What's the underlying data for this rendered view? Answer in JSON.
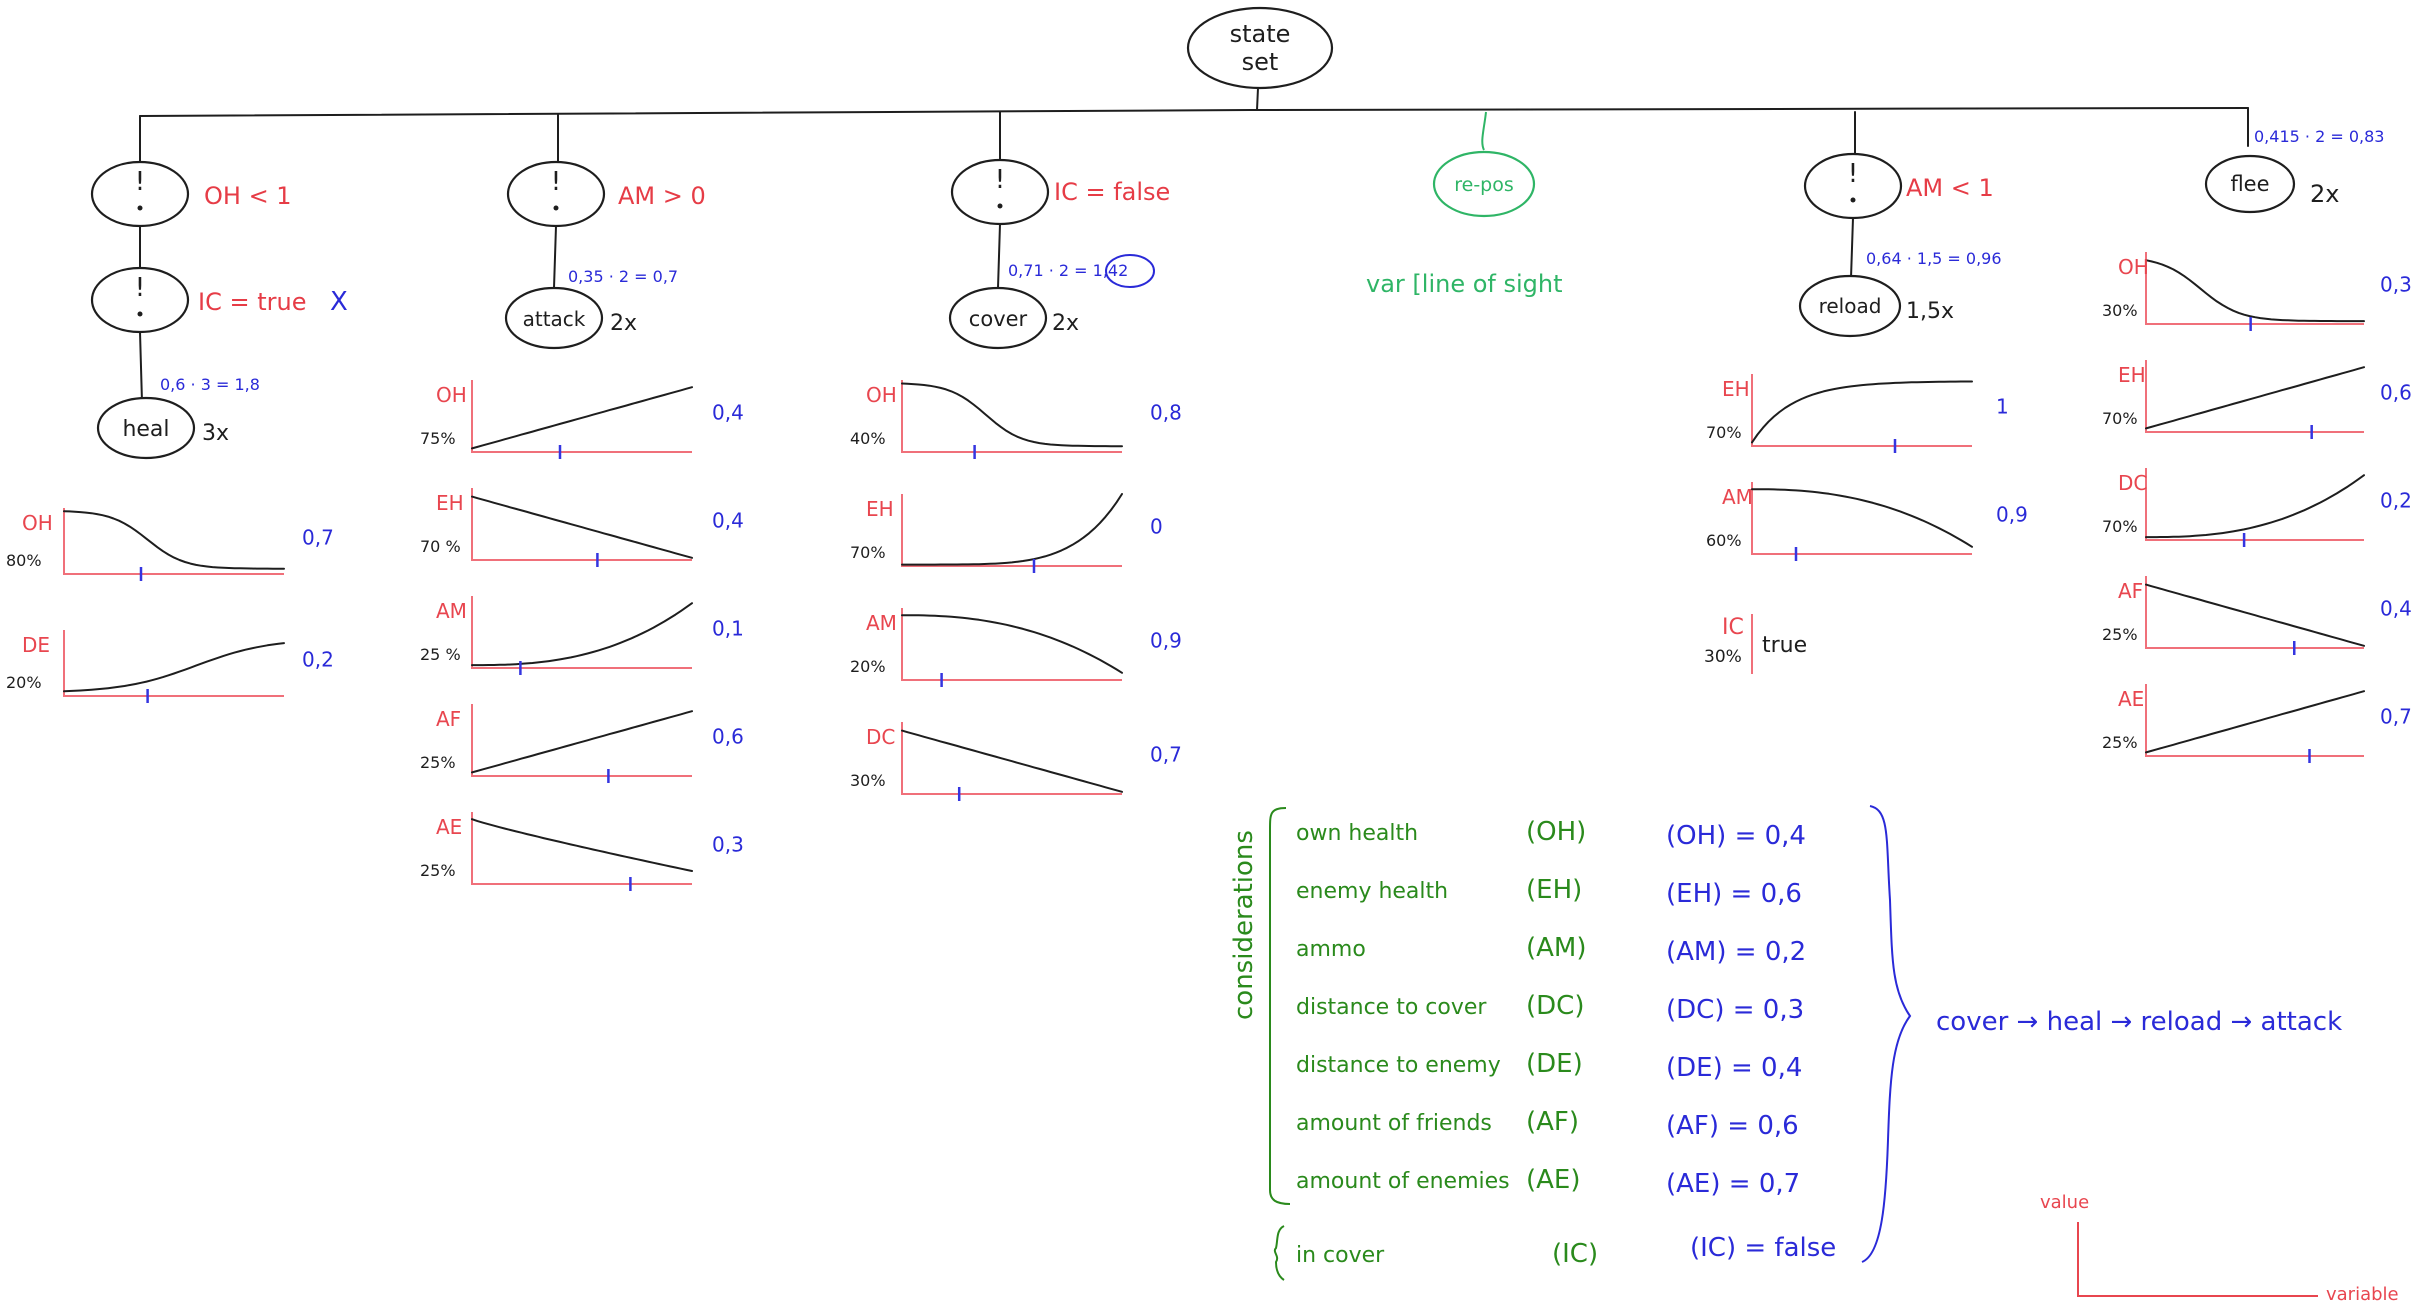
{
  "colors": {
    "ink": "#1e1e1e",
    "condition_red": "#e63c46",
    "score_blue": "#2a2ad8",
    "consideration_green": "#2a8a1c",
    "reposition_green": "#2fb566",
    "axis_pink": "#f0707a"
  },
  "root": {
    "line1": "state",
    "line2": "set"
  },
  "columns": [
    {
      "guard": {
        "symbol": "!",
        "condition": "OH < 1"
      },
      "guard2": {
        "symbol": "!",
        "condition": "IC = true",
        "mark": "X"
      },
      "action": {
        "label": "heal",
        "multiplier": "3x",
        "formula": "0,6 · 3 = 1,8"
      },
      "curves": [
        {
          "var": "OH",
          "input": "80%",
          "score": "0,7",
          "shape": "falling-s",
          "marker": 0.35
        },
        {
          "var": "DE",
          "input": "20%",
          "score": "0,2",
          "shape": "rising-s",
          "marker": 0.38
        }
      ]
    },
    {
      "guard": {
        "symbol": "!",
        "condition": "AM > 0"
      },
      "action": {
        "label": "attack",
        "multiplier": "2x",
        "formula": "0,35 · 2 = 0,7"
      },
      "curves": [
        {
          "var": "OH",
          "input": "75%",
          "score": "0,4",
          "shape": "linear-up",
          "marker": 0.4
        },
        {
          "var": "EH",
          "input": "70 %",
          "score": "0,4",
          "shape": "linear-down",
          "marker": 0.57
        },
        {
          "var": "AM",
          "input": "25 %",
          "score": "0,1",
          "shape": "exp-up",
          "marker": 0.22
        },
        {
          "var": "AF",
          "input": "25%",
          "score": "0,6",
          "shape": "linear-up",
          "marker": 0.62
        },
        {
          "var": "AE",
          "input": "25%",
          "score": "0,3",
          "shape": "linear-down-soft",
          "marker": 0.72
        }
      ]
    },
    {
      "guard": {
        "symbol": "!",
        "condition": "IC = false"
      },
      "action": {
        "label": "cover",
        "multiplier": "2x",
        "formula": "0,71 · 2 = 1,42"
      },
      "curves": [
        {
          "var": "OH",
          "input": "40%",
          "score": "0,8",
          "shape": "falling-s",
          "marker": 0.33
        },
        {
          "var": "EH",
          "input": "70%",
          "score": "0",
          "shape": "exp-up-late",
          "marker": 0.6
        },
        {
          "var": "AM",
          "input": "20%",
          "score": "0,9",
          "shape": "concave-down",
          "marker": 0.18
        },
        {
          "var": "DC",
          "input": "30%",
          "score": "0,7",
          "shape": "linear-down",
          "marker": 0.26
        }
      ]
    },
    {
      "action": {
        "label": "re-pos"
      },
      "note": "var [line of sight"
    },
    {
      "guard": {
        "symbol": "!",
        "condition": "AM < 1"
      },
      "action": {
        "label": "reload",
        "multiplier": "1,5x",
        "formula": "0,64 · 1,5 = 0,96"
      },
      "curves": [
        {
          "var": "EH",
          "input": "70%",
          "score": "1",
          "shape": "log-up",
          "marker": 0.65
        },
        {
          "var": "AM",
          "input": "60%",
          "score": "0,9",
          "shape": "concave-down",
          "marker": 0.2
        }
      ],
      "bool": {
        "var": "IC",
        "input": "30%",
        "value": "true"
      }
    },
    {
      "action": {
        "label": "flee",
        "multiplier": "2x",
        "formula": "0,415 · 2 = 0,83"
      },
      "curves": [
        {
          "var": "OH",
          "input": "30%",
          "score": "0,3",
          "shape": "falling-s-early",
          "marker": 0.48
        },
        {
          "var": "EH",
          "input": "70%",
          "score": "0,6",
          "shape": "linear-up",
          "marker": 0.76
        },
        {
          "var": "DC",
          "input": "70%",
          "score": "0,2",
          "shape": "exp-up",
          "marker": 0.45
        },
        {
          "var": "AF",
          "input": "25%",
          "score": "0,4",
          "shape": "linear-down",
          "marker": 0.68
        },
        {
          "var": "AE",
          "input": "25%",
          "score": "0,7",
          "shape": "linear-up",
          "marker": 0.75
        }
      ]
    }
  ],
  "considerations": {
    "heading": "considerations",
    "items": [
      {
        "name": "own health",
        "code": "(OH)",
        "value": "(OH) = 0,4"
      },
      {
        "name": "enemy health",
        "code": "(EH)",
        "value": "(EH) = 0,6"
      },
      {
        "name": "ammo",
        "code": "(AM)",
        "value": "(AM) = 0,2"
      },
      {
        "name": "distance to cover",
        "code": "(DC)",
        "value": "(DC) = 0,3"
      },
      {
        "name": "distance to enemy",
        "code": "(DE)",
        "value": "(DE) = 0,4"
      },
      {
        "name": "amount of friends",
        "code": "(AF)",
        "value": "(AF) = 0,6"
      },
      {
        "name": "amount of enemies",
        "code": "(AE)",
        "value": "(AE) = 0,7"
      }
    ],
    "extra": {
      "name": "in cover",
      "code": "(IC)",
      "value": "(IC) = false"
    },
    "order": "cover → heal → reload → attack"
  },
  "legend": {
    "y_label": "value",
    "x_label": "variable"
  }
}
